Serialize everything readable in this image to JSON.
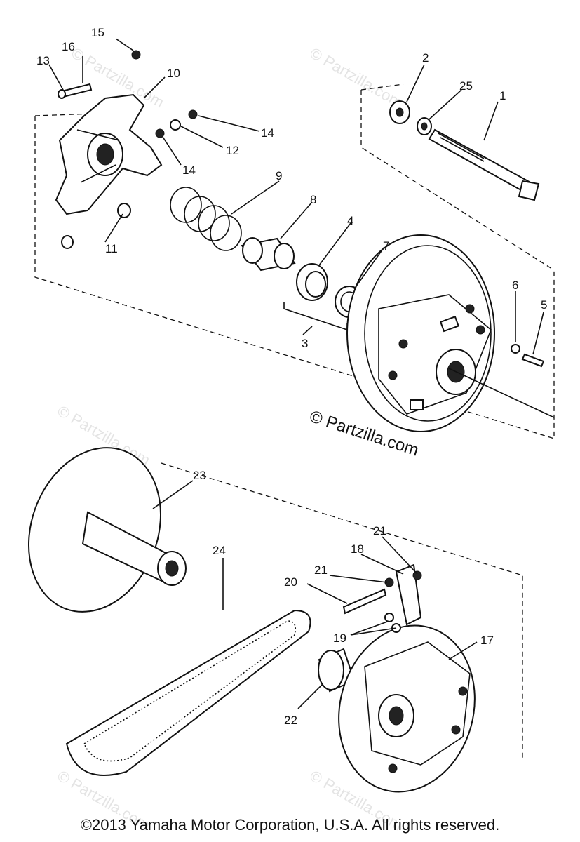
{
  "diagram": {
    "callouts": [
      "1",
      "2",
      "3",
      "4",
      "5",
      "6",
      "7",
      "8",
      "9",
      "10",
      "11",
      "12",
      "13",
      "14",
      "14",
      "15",
      "16",
      "17",
      "18",
      "19",
      "20",
      "21",
      "21",
      "22",
      "23",
      "24",
      "25"
    ],
    "watermark_main": "© Partzilla.com",
    "watermark_faint": "© Partzilla.com"
  },
  "footer": {
    "copyright": "©2013 Yamaha Motor Corporation, U.S.A. All rights reserved."
  }
}
